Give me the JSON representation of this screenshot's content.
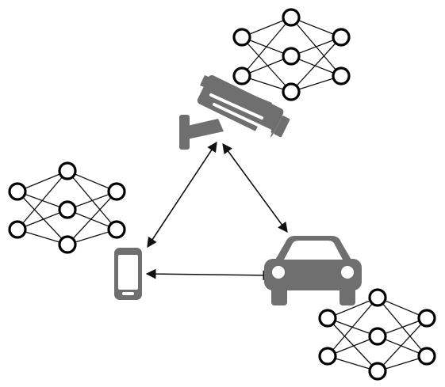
{
  "diagram": {
    "neural_networks": [
      {
        "id": "nn-top-right",
        "layers": [
          2,
          3,
          2
        ]
      },
      {
        "id": "nn-left",
        "layers": [
          2,
          3,
          2
        ]
      },
      {
        "id": "nn-bottom-right",
        "layers": [
          2,
          3,
          2
        ]
      }
    ],
    "devices": [
      {
        "id": "camera",
        "icon": "security-camera-icon"
      },
      {
        "id": "phone",
        "icon": "smartphone-icon"
      },
      {
        "id": "car",
        "icon": "car-icon"
      }
    ],
    "links": [
      {
        "from": "camera",
        "to": "phone",
        "arrows": "both"
      },
      {
        "from": "camera",
        "to": "car",
        "arrows": "both"
      },
      {
        "from": "phone",
        "to": "car",
        "arrows": "both"
      }
    ],
    "colors": {
      "icon": "#6f6f6f",
      "line": "#111111",
      "node_fill": "#ffffff",
      "node_stroke": "#000000"
    }
  }
}
